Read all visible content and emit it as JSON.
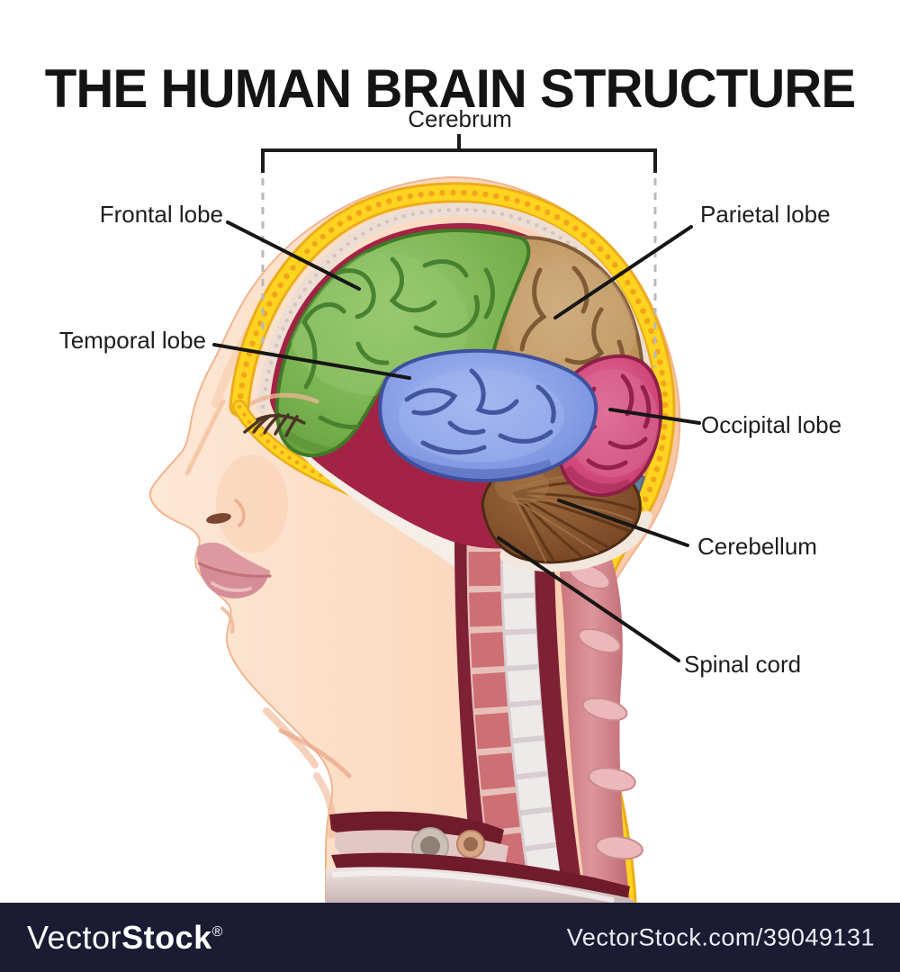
{
  "title": "THE HUMAN BRAIN STRUCTURE",
  "diagram": {
    "cerebrum_label": "Cerebrum",
    "labels": {
      "frontal": "Frontal lobe",
      "temporal": "Temporal lobe",
      "parietal": "Parietal lobe",
      "occipital": "Occipital lobe",
      "cerebellum": "Cerebellum",
      "spinal_cord": "Spinal cord"
    },
    "colors": {
      "frontal_lobe": "#6FA845",
      "parietal_lobe": "#B98F58",
      "temporal_lobe": "#7B93DF",
      "occipital_lobe": "#CC3F72",
      "cerebellum": "#7C4A28",
      "skull_fat_layer": "#FFD31F",
      "skull_bone_layer": "#EDDED4",
      "dura": "#A22346",
      "skin": "#FBD9C2",
      "leader_line": "#161616",
      "dashed_line": "#B9B9B9"
    }
  },
  "watermark": {
    "brand_regular": "Vector",
    "brand_bold": "Stock",
    "registered": "®",
    "url_text": "VectorStock.com/39049131",
    "bar_color": "#1B1B33"
  }
}
